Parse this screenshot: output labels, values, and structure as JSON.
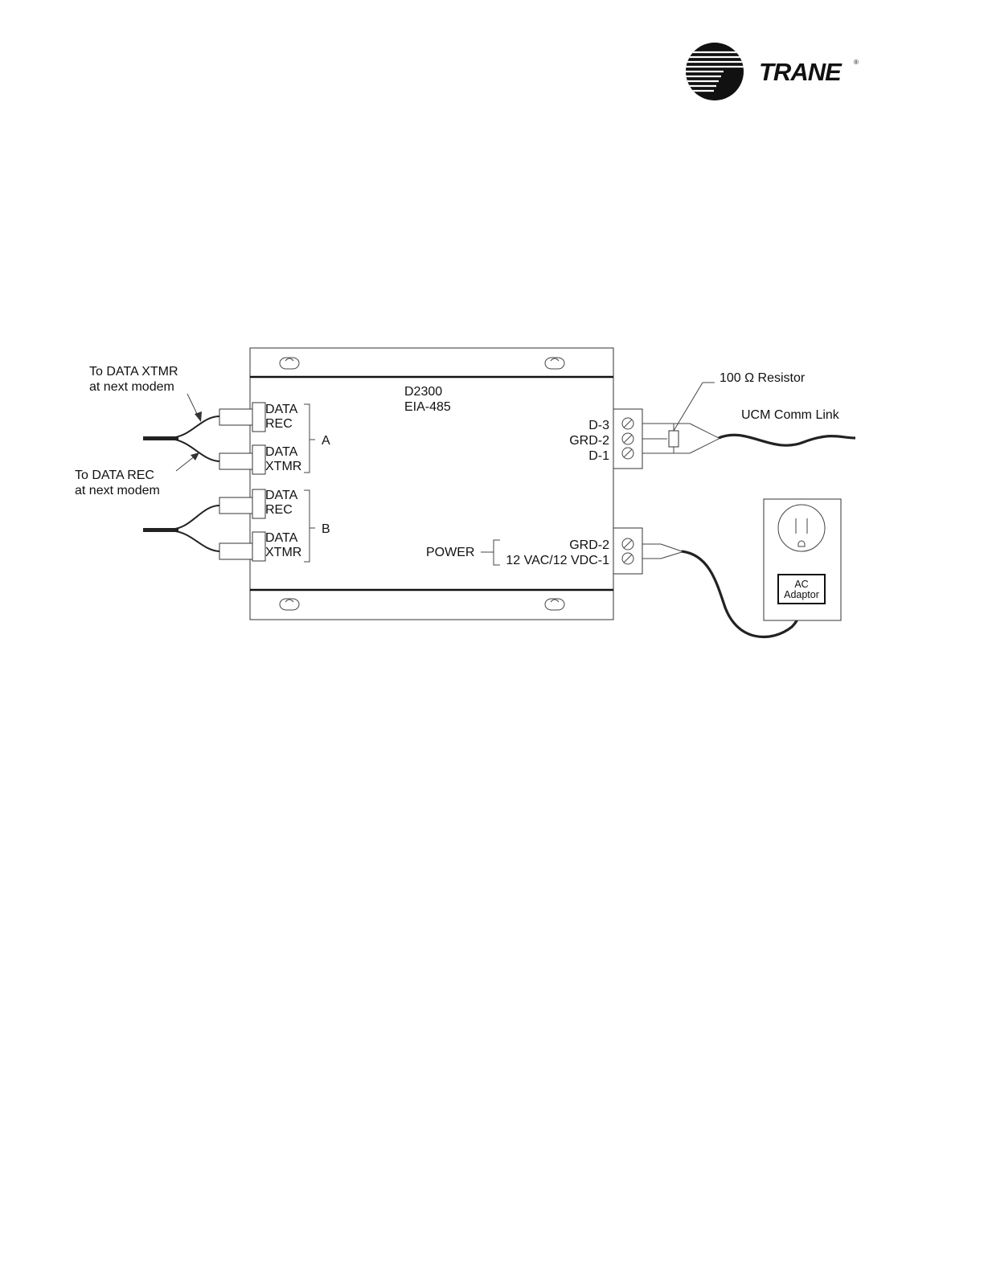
{
  "logo": {
    "brand": "TRANE",
    "registered_mark": "®",
    "icon": "trane-swoosh-logo"
  },
  "device": {
    "model": "D2300",
    "interface": "EIA-485"
  },
  "ports": {
    "a": {
      "label": "A",
      "rec_line1": "DATA",
      "rec_line2": "REC",
      "xmtr_line1": "DATA",
      "xmtr_line2": "XTMR"
    },
    "b": {
      "label": "B",
      "rec_line1": "DATA",
      "rec_line2": "REC",
      "xmtr_line1": "DATA",
      "xmtr_line2": "XTMR"
    }
  },
  "callouts": {
    "to_data_xtmr_line1": "To DATA XTMR",
    "to_data_xtmr_line2": "at next modem",
    "to_data_rec_line1": "To DATA REC",
    "to_data_rec_line2": "at next modem",
    "resistor": "100 Ω Resistor",
    "ucm_link": "UCM Comm Link"
  },
  "terminals": {
    "comm": [
      "D-3",
      "GRD-2",
      "D-1"
    ],
    "power_label": "POWER",
    "power": [
      "GRD-2",
      "12 VAC/12 VDC-1"
    ]
  },
  "adaptor": {
    "line1": "AC",
    "line2": "Adaptor"
  }
}
